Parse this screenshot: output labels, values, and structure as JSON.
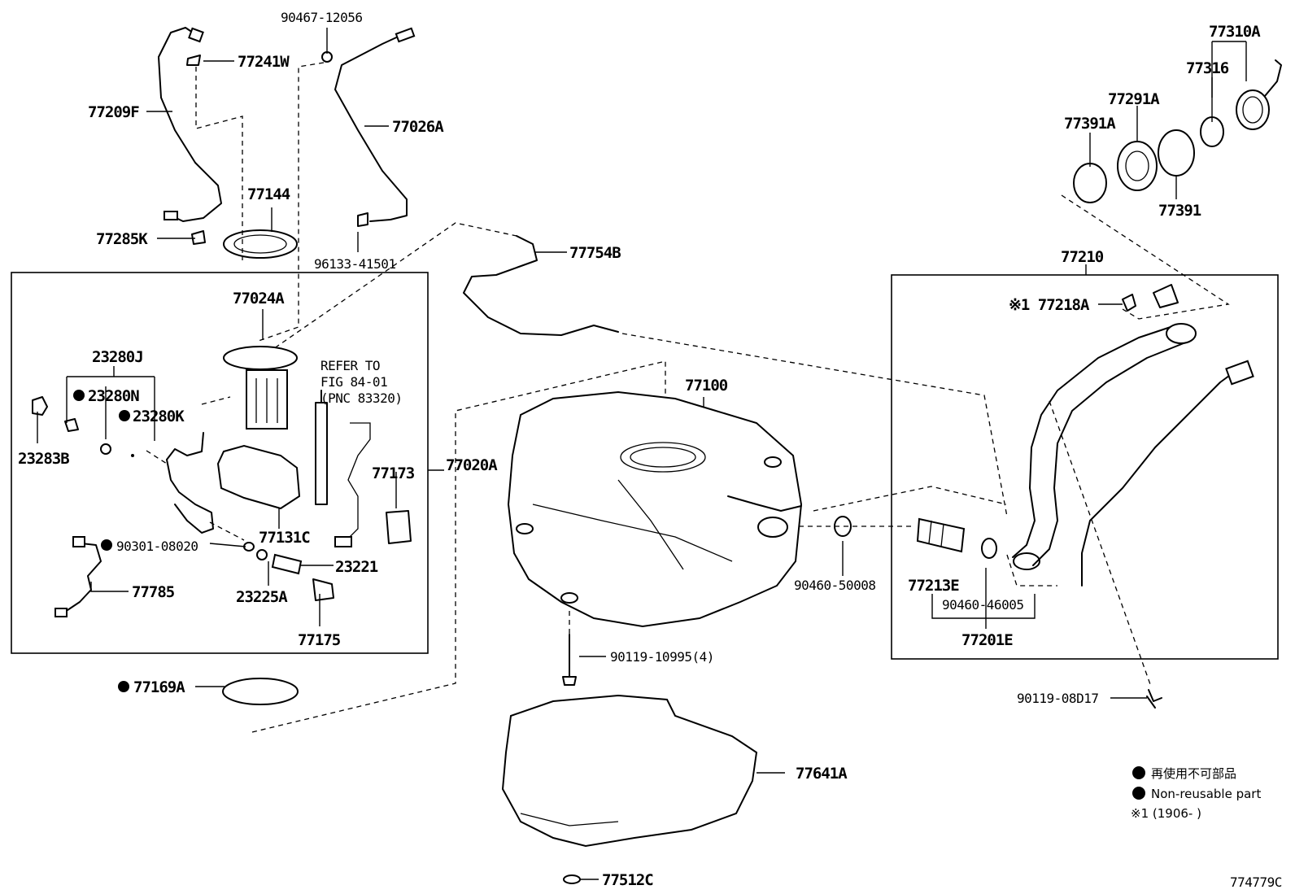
{
  "diagram_id": "774779C",
  "labels": {
    "p90467": "90467-12056",
    "p77241W": "77241W",
    "p77209F": "77209F",
    "p77026A": "77026A",
    "p77144": "77144",
    "p77285K": "77285K",
    "p96133": "96133-41501",
    "p77754B": "77754B",
    "p77024A": "77024A",
    "p23280J": "23280J",
    "p23280N": "23280N",
    "p23280K": "23280K",
    "p23283B": "23283B",
    "refer1": "REFER TO",
    "refer2": "FIG 84-01",
    "refer3": "(PNC 83320)",
    "p77173": "77173",
    "p77020A": "77020A",
    "p77131C": "77131C",
    "p90301": "90301-08020",
    "p23221": "23221",
    "p77785": "77785",
    "p23225A": "23225A",
    "p77175": "77175",
    "p77169A": "77169A",
    "p77100": "77100",
    "p90119a": "90119-10995(4)",
    "p77641A": "77641A",
    "p77512C": "77512C",
    "p90460a": "90460-50008",
    "p77213E": "77213E",
    "p90460b": "90460-46005",
    "p77201E": "77201E",
    "p77210": "77210",
    "p77218A": "※1 77218A",
    "p77310A": "77310A",
    "p77316": "77316",
    "p77291A": "77291A",
    "p77391A": "77391A",
    "p77391": "77391",
    "p90119b": "90119-08D17"
  },
  "legend": {
    "non_reusable_jp": "再使用不可部品",
    "non_reusable_en": "Non-reusable part",
    "note1": "※1 (1906-        )"
  },
  "icons": {
    "non_reusable": "filled-circle-icon"
  }
}
